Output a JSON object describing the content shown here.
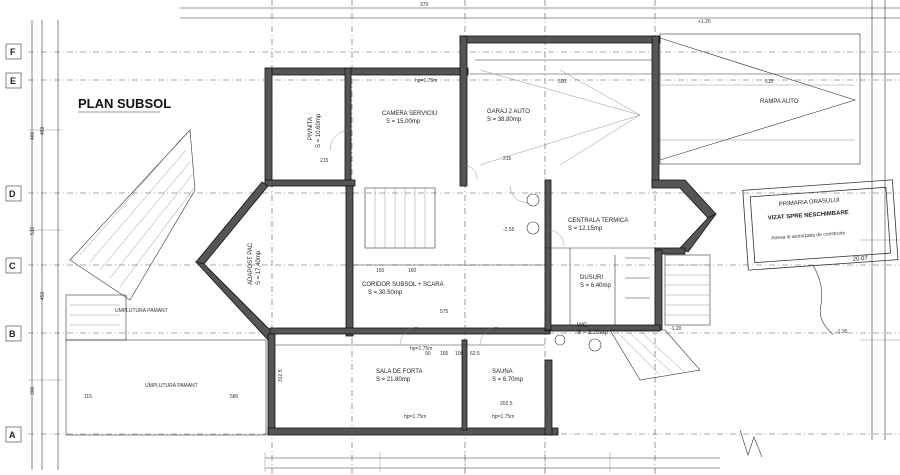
{
  "title": "PLAN SUBSOL",
  "axes": [
    "F",
    "E",
    "D",
    "C",
    "B",
    "A"
  ],
  "rooms": {
    "camera_serviciu": {
      "name": "CAMERA SERVICIU",
      "area": "S = 15.00mp"
    },
    "garaj": {
      "name": "GARAJ 2 AUTO",
      "area": "S = 38.80mp"
    },
    "centrala": {
      "name": "CENTRALA TERMICA",
      "area": "S = 12.15mp"
    },
    "dus": {
      "name": "DUSURI",
      "area": "S = 6.40mp"
    },
    "coridor": {
      "name": "CORIDOR SUBSOL + SCARA",
      "area": "S = 30.50mp"
    },
    "sala_forta": {
      "name": "SALA DE FORTA",
      "area": "S = 21.80mp"
    },
    "sauna": {
      "name": "SAUNA",
      "area": "S = 6.70mp"
    },
    "wc": {
      "name": "WC",
      "area": "S = 3.25mp"
    },
    "pivnita": {
      "name": "PIVNITA",
      "area": "S = 10.60mp"
    },
    "adapost": {
      "name": "ADAPOST PAC",
      "area": "S = 17.40mp"
    }
  },
  "labels": {
    "rampa": "RAMPA AUTO",
    "hp1": "hp=1.75m",
    "hp2": "hp=1.75m",
    "hp3": "hp=1.75m",
    "hp4": "hp=1.75m",
    "umplutura": "UMPLUTURA PAMANT",
    "hidro": "UMPLUTURA PAMANT",
    "elev1": "-2.55",
    "elev2": "-1.20",
    "elev3": "-1.30",
    "elev4": "+1.20"
  },
  "dimensions": {
    "d_top_515": "515",
    "d_top_500": "500",
    "d_top_370": "370",
    "d_col_215a": "215",
    "d_col_215b": "215",
    "d_col_160": "160",
    "d_col_150": "150",
    "d_col_575": "575",
    "d_col_580": "580",
    "d_col_312": "312.5",
    "d_col_202": "202.5",
    "d_col_115": "115",
    "d_row_90": "90",
    "d_row_165": "165",
    "d_row_100": "100",
    "d_row_62": "62.5",
    "d_left_400": "400",
    "d_left_490": "490",
    "d_left_510": "510",
    "d_left_450": "450",
    "d_left_300": "300"
  },
  "stamp": {
    "line1": "PRIMARIA ORASULUI",
    "line2": "VIZAT SPRE NESCHIMBARE",
    "line3": "Anexa la autorizatia de construire",
    "date": "20.07"
  }
}
